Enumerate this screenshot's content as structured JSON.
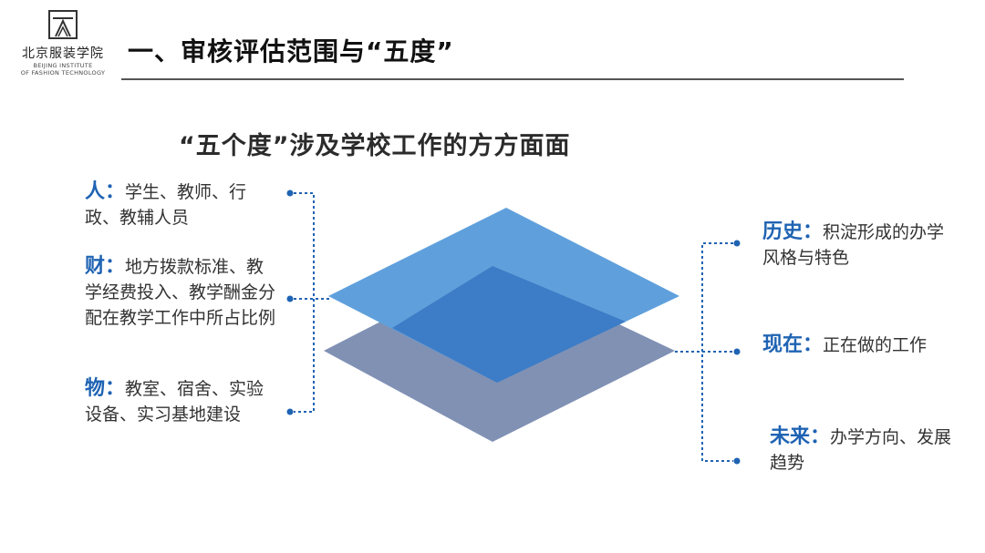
{
  "logo": {
    "cn": "北京服装学院",
    "en_line1": "BEIJING INSTITUTE",
    "en_line2": "OF FASHION TECHNOLOGY"
  },
  "title": "一、审核评估范围与“五度”",
  "subtitle": "“五个度”涉及学校工作的方方面面",
  "left_items": [
    {
      "key": "人",
      "colon": "：",
      "text": "学生、教师、行政、教辅人员"
    },
    {
      "key": "财",
      "colon": "：",
      "text": "地方拨款标准、教学经费投入、教学酬金分配在教学工作中所占比例"
    },
    {
      "key": "物",
      "colon": "：",
      "text": "教室、宿舍、实验设备、实习基地建设"
    }
  ],
  "right_items": [
    {
      "key": "历史",
      "colon": "：",
      "text": "积淀形成的办学风格与特色"
    },
    {
      "key": "现在",
      "colon": "：",
      "text": "正在做的工作"
    },
    {
      "key": "未来",
      "colon": "：",
      "text": "办学方向、发展趋势"
    }
  ],
  "colors": {
    "accent": "#1f63b3",
    "top_layer": "#5b9bd8",
    "bottom_layer": "#7f8fb2",
    "overlap": "#3a78c2",
    "connector": "#1f63b3"
  }
}
